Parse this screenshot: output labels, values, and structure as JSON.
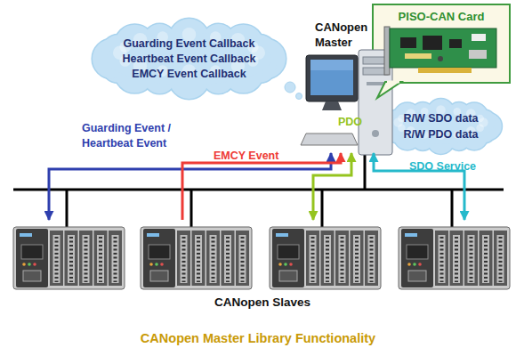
{
  "diagram": {
    "caption": "CANopen Master Library Functionality",
    "nodes": [
      {
        "text": [
          "Guarding Event Callback",
          "Heartbeat Event Callback",
          "EMCY Event Callback"
        ]
      },
      {
        "text": [
          "CANopen Master"
        ]
      },
      {
        "text": [
          "PISO-CAN Card"
        ]
      },
      {
        "text": [
          "R/W SDO data",
          "R/W PDO data"
        ]
      },
      {
        "text": [
          "CANopen Slaves"
        ]
      },
      {
        "text": [],
        "in": 4
      },
      {
        "text": [],
        "in": 4
      },
      {
        "text": [],
        "in": 4
      },
      {
        "text": [],
        "in": 4
      }
    ],
    "edges": [
      {
        "from": 5,
        "to": 1,
        "arrow": "both",
        "label": "Guarding Event / Heartbeat Event"
      },
      {
        "from": 6,
        "to": 1,
        "arrow": "to",
        "label": "EMCY Event"
      },
      {
        "from": 1,
        "to": 7,
        "arrow": "both",
        "label": "PDO"
      },
      {
        "from": 1,
        "to": 8,
        "arrow": "both",
        "label": "SDO Service"
      }
    ]
  }
}
